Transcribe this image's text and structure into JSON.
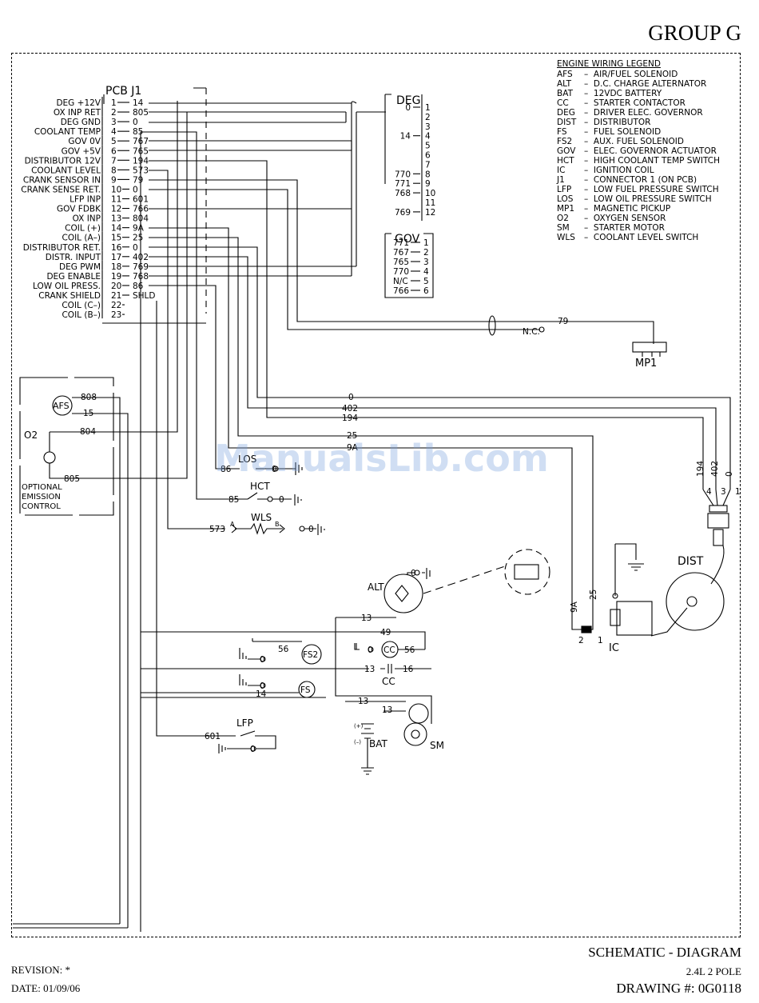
{
  "header": {
    "group": "GROUP G"
  },
  "legend": {
    "title": "ENGINE WIRING LEGEND",
    "items": [
      {
        "abbr": "AFS",
        "text": "–  AIR/FUEL SOLENOID"
      },
      {
        "abbr": "ALT",
        "text": "–  D.C. CHARGE ALTERNATOR"
      },
      {
        "abbr": "BAT",
        "text": "–  12VDC BATTERY"
      },
      {
        "abbr": "CC",
        "text": "–  STARTER CONTACTOR"
      },
      {
        "abbr": "DEG",
        "text": "–  DRIVER ELEC. GOVERNOR"
      },
      {
        "abbr": "DIST",
        "text": "–  DISTRIBUTOR"
      },
      {
        "abbr": "FS",
        "text": "–  FUEL SOLENOID"
      },
      {
        "abbr": "FS2",
        "text": "–  AUX. FUEL SOLENOID"
      },
      {
        "abbr": "GOV",
        "text": "–  ELEC. GOVERNOR ACTUATOR"
      },
      {
        "abbr": "HCT",
        "text": "–  HIGH COOLANT TEMP SWITCH"
      },
      {
        "abbr": "IC",
        "text": "–  IGNITION COIL"
      },
      {
        "abbr": "J1",
        "text": "–  CONNECTOR 1 (ON PCB)"
      },
      {
        "abbr": "LFP",
        "text": "–  LOW FUEL PRESSURE SWITCH"
      },
      {
        "abbr": "LOS",
        "text": "–  LOW OIL PRESSURE SWITCH"
      },
      {
        "abbr": "MP1",
        "text": "–  MAGNETIC PICKUP"
      },
      {
        "abbr": "O2",
        "text": "–  OXYGEN SENSOR"
      },
      {
        "abbr": "SM",
        "text": "–  STARTER MOTOR"
      },
      {
        "abbr": "WLS",
        "text": "–  COOLANT LEVEL SWITCH"
      }
    ]
  },
  "pcb": {
    "title": "PCB  J1",
    "pins": [
      {
        "label": "DEG +12V",
        "pin": "1",
        "wire": "14"
      },
      {
        "label": "OX INP RET",
        "pin": "2",
        "wire": "805"
      },
      {
        "label": "DEG GND",
        "pin": "3",
        "wire": "0"
      },
      {
        "label": "COOLANT TEMP",
        "pin": "4",
        "wire": "85"
      },
      {
        "label": "GOV 0V",
        "pin": "5",
        "wire": "767"
      },
      {
        "label": "GOV +5V",
        "pin": "6",
        "wire": "765"
      },
      {
        "label": "DISTRIBUTOR 12V",
        "pin": "7",
        "wire": "194"
      },
      {
        "label": "COOLANT LEVEL",
        "pin": "8",
        "wire": "573"
      },
      {
        "label": "CRANK SENSOR IN",
        "pin": "9",
        "wire": "79"
      },
      {
        "label": "CRANK SENSE RET.",
        "pin": "10",
        "wire": "0"
      },
      {
        "label": "LFP INP",
        "pin": "11",
        "wire": "601"
      },
      {
        "label": "GOV FDBK",
        "pin": "12",
        "wire": "766"
      },
      {
        "label": "OX INP",
        "pin": "13",
        "wire": "804"
      },
      {
        "label": "COIL (+)",
        "pin": "14",
        "wire": "9A"
      },
      {
        "label": "COIL (A–)",
        "pin": "15",
        "wire": "25"
      },
      {
        "label": "DISTRIBUTOR RET.",
        "pin": "16",
        "wire": "0"
      },
      {
        "label": "DISTR. INPUT",
        "pin": "17",
        "wire": "402"
      },
      {
        "label": "DEG PWM",
        "pin": "18",
        "wire": "769"
      },
      {
        "label": "DEG ENABLE",
        "pin": "19",
        "wire": "768"
      },
      {
        "label": "LOW OIL PRESS.",
        "pin": "20",
        "wire": "86"
      },
      {
        "label": "CRANK SHIELD",
        "pin": "21",
        "wire": "SHLD"
      },
      {
        "label": "COIL (C–)",
        "pin": "22",
        "wire": ""
      },
      {
        "label": "COIL (B–)",
        "pin": "23",
        "wire": ""
      }
    ]
  },
  "deg": {
    "title": "DEG",
    "rows": [
      {
        "wire": "0",
        "pin": "1"
      },
      {
        "wire": "",
        "pin": "2"
      },
      {
        "wire": "",
        "pin": "3"
      },
      {
        "wire": "14",
        "pin": "4"
      },
      {
        "wire": "",
        "pin": "5"
      },
      {
        "wire": "",
        "pin": "6"
      },
      {
        "wire": "",
        "pin": "7"
      },
      {
        "wire": "770",
        "pin": "8"
      },
      {
        "wire": "771",
        "pin": "9"
      },
      {
        "wire": "768",
        "pin": "10"
      },
      {
        "wire": "",
        "pin": "11"
      },
      {
        "wire": "769",
        "pin": "12"
      }
    ]
  },
  "gov": {
    "title": "GOV",
    "rows": [
      {
        "wire": "771",
        "pin": "1"
      },
      {
        "wire": "767",
        "pin": "2"
      },
      {
        "wire": "765",
        "pin": "3"
      },
      {
        "wire": "770",
        "pin": "4"
      },
      {
        "wire": "N/C",
        "pin": "5"
      },
      {
        "wire": "766",
        "pin": "6"
      }
    ]
  },
  "components": {
    "mp1": "MP1",
    "mp1_wire": "79",
    "mp1_nc": "N.C.",
    "o2_box": {
      "o2": "O2",
      "afs": "AFS",
      "w808": "808",
      "w15": "15",
      "w804": "804",
      "w805": "805",
      "note": [
        "OPTIONAL",
        "EMISSION",
        "CONTROL"
      ]
    },
    "los": "LOS",
    "los_w86": "86",
    "los_w0": "0",
    "hct": "HCT",
    "hct_w85": "85",
    "hct_w0": "0",
    "wls": "WLS",
    "wls_w573": "573",
    "wls_a": "A",
    "wls_b": "B",
    "wls_w0": "0",
    "dist": "DIST",
    "dist_wires": [
      "0",
      "402",
      "194",
      "25",
      "9A"
    ],
    "dist_pins": [
      "4",
      "3",
      "1"
    ],
    "dist_pin_wires": [
      "194",
      "402",
      "0"
    ],
    "ic": "IC",
    "ic_pins": [
      "2",
      "1"
    ],
    "ic_wires": [
      "9A",
      "25"
    ],
    "alt": "ALT",
    "alt_w0": "0",
    "alt_w13": "13",
    "alt_w49": "49",
    "fs2": "FS2",
    "fs2_w56": "56",
    "fs2_w0": "0",
    "cc": "CC",
    "cc_w0": "0",
    "cc_w56": "56",
    "cc_w13": "13",
    "cc_w16": "16",
    "fs": "FS",
    "fs_w0": "0",
    "fs_w14": "14",
    "sm": "SM",
    "sm_w13a": "13",
    "sm_w13b": "13",
    "bat": "BAT",
    "bat_pos": "(+)",
    "bat_neg": "(–)",
    "lfp": "LFP",
    "lfp_w601": "601",
    "lfp_w0": "0"
  },
  "title_block": {
    "title": "SCHEMATIC - DIAGRAM",
    "subtitle": "2.4L 2 POLE",
    "drawing": "DRAWING #: 0G0118",
    "revision": "REVISION: *",
    "date": "DATE: 01/09/06"
  },
  "watermark": "ManualsLib.com"
}
